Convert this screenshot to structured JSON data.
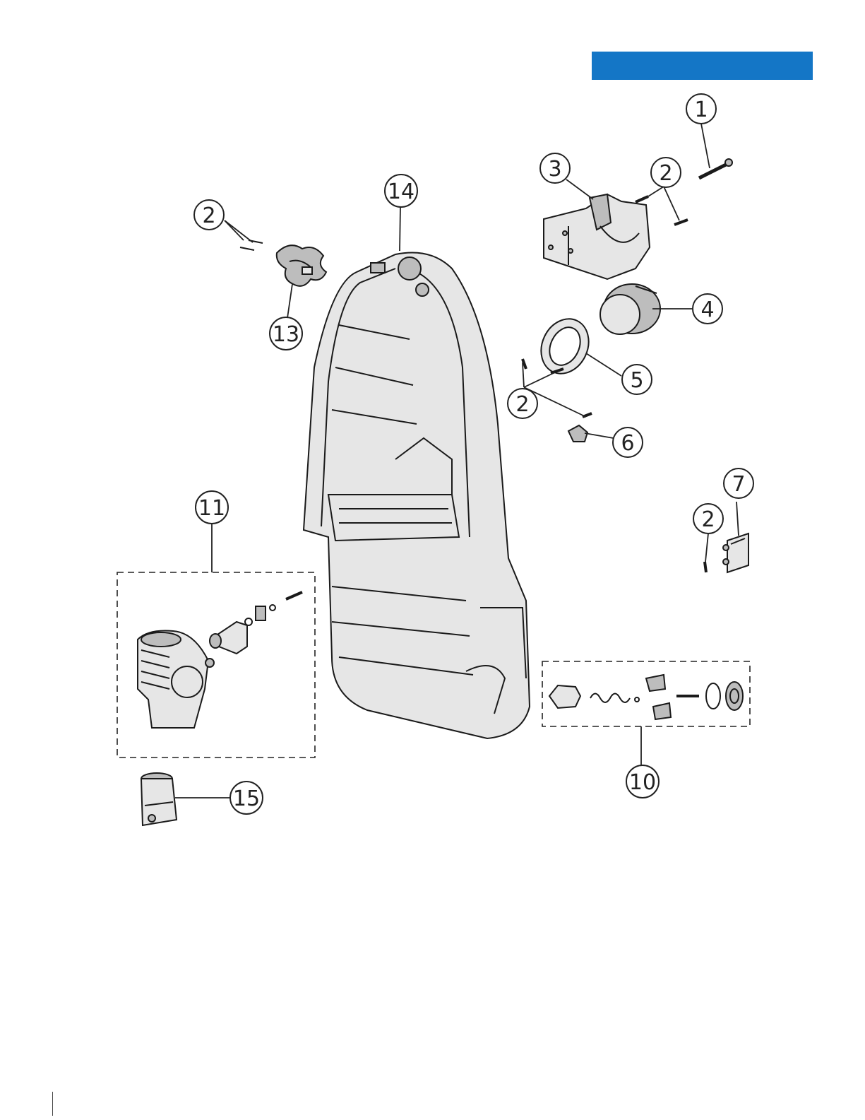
{
  "header": {
    "banner_color": "#1476c6"
  },
  "callouts": [
    {
      "id": "c1",
      "label": "1"
    },
    {
      "id": "c2a",
      "label": "2"
    },
    {
      "id": "c2b",
      "label": "2"
    },
    {
      "id": "c2c",
      "label": "2"
    },
    {
      "id": "c2d",
      "label": "2"
    },
    {
      "id": "c3",
      "label": "3"
    },
    {
      "id": "c4",
      "label": "4"
    },
    {
      "id": "c5",
      "label": "5"
    },
    {
      "id": "c6",
      "label": "6"
    },
    {
      "id": "c7",
      "label": "7"
    },
    {
      "id": "c10",
      "label": "10"
    },
    {
      "id": "c11",
      "label": "11"
    },
    {
      "id": "c13",
      "label": "13"
    },
    {
      "id": "c14",
      "label": "14"
    },
    {
      "id": "c15",
      "label": "15"
    }
  ]
}
